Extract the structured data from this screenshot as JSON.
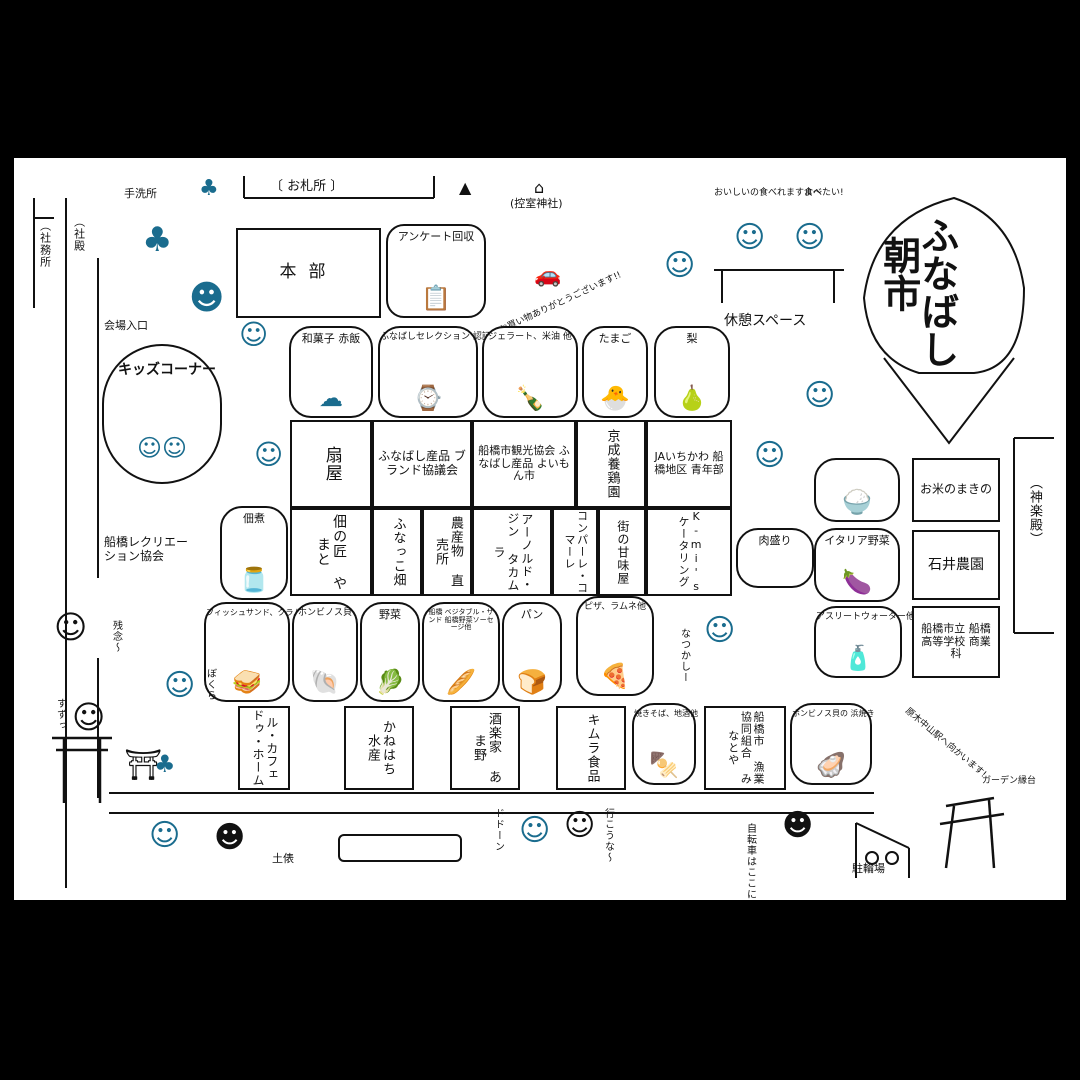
{
  "title": {
    "line1": "ふなばし",
    "line2": "朝市"
  },
  "gates": {
    "shrine_office": "（社務所",
    "shaden": "（社殿",
    "kaguraden": "（神楽殿）",
    "ofudasho": "〔 お札所 〕"
  },
  "places": {
    "temizusha": "手洗所",
    "hikaejo": "(控室神社)",
    "venue_entrance": "会場入口",
    "kids_corner": "キッズコーナー",
    "rest_space": "休憩スペース",
    "recreation": "船橋レクリエーション協会",
    "dohyo": "土俵",
    "bicycle_parking": "駐輪場",
    "garden_bench": "ガーデン縁台",
    "honbu": "本部",
    "survey": "アンケート回収",
    "thanks_note": "お買い物ありがとうございます!!",
    "bubble_rest": "おいしいの食べれますよ〜",
    "bubble_rest2": "食べたい!"
  },
  "top_row": [
    {
      "label": "和菓子 赤飯",
      "icon": "☁"
    },
    {
      "label": "ふなばしセレクション 認証品",
      "icon": "⌚"
    },
    {
      "label": "ジェラート、米油 他",
      "icon": "🍾"
    },
    {
      "label": "たまご",
      "icon": "🐣"
    },
    {
      "label": "梨",
      "icon": "🍐"
    }
  ],
  "stalls_row1": [
    {
      "label": "扇屋"
    },
    {
      "label": "ふなばし産品 ブランド協議会"
    },
    {
      "label": "船橋市観光協会 ふなばし産品 よいもん市"
    },
    {
      "label": "京成養鶏園"
    },
    {
      "label": "JAいちかわ 船橋地区 青年部"
    }
  ],
  "stalls_row2": [
    {
      "label": "佃の匠 やまと"
    },
    {
      "label": "ふなっこ畑"
    },
    {
      "label": "農産物 直売所"
    },
    {
      "label": "アーノルド・ジン タカムラ"
    },
    {
      "label": "コンパーレ・コマーレ"
    },
    {
      "label": "街の甘味屋"
    },
    {
      "label": "K-mi's ケータリング"
    }
  ],
  "middle_bubbles": {
    "tsukudani": "佃煮",
    "nikumori": "肉盛り",
    "italian": "イタリア野菜",
    "komemakino": "お米のまきの",
    "athlete": "アスリートウォーター他",
    "ishii": "石井農園",
    "school": "船橋市立 船橋高等学校 商業科"
  },
  "bottom_bubbles": [
    {
      "label": "フィッシュサンド、クラムチャウダー他"
    },
    {
      "label": "ホンビノス貝"
    },
    {
      "label": "野菜"
    },
    {
      "label": "船橋 ベジタブル・サンド 船橋野菜ソーセージ他"
    },
    {
      "label": "パン"
    },
    {
      "label": "ピザ、ラムネ他"
    },
    {
      "label": "焼きそば、地酒他"
    },
    {
      "label": "ホンビノス貝の 浜焼き"
    }
  ],
  "stalls_row3": [
    {
      "label": "ル・カフェ ドゥ・ホーム"
    },
    {
      "label": "かねはち 水産"
    },
    {
      "label": "酒楽家 あま野"
    },
    {
      "label": "キムラ食品"
    },
    {
      "label": "船橋市 漁業協同組合 みなとや"
    }
  ],
  "chatter": {
    "a": "残念〜",
    "b": "すずっ",
    "c": "ぼくら",
    "d": "行こうな〜",
    "e": "ドドーン",
    "f": "自転車はここに",
    "g": "原木中山駅へ向かいます!",
    "h": "なつかしー"
  }
}
